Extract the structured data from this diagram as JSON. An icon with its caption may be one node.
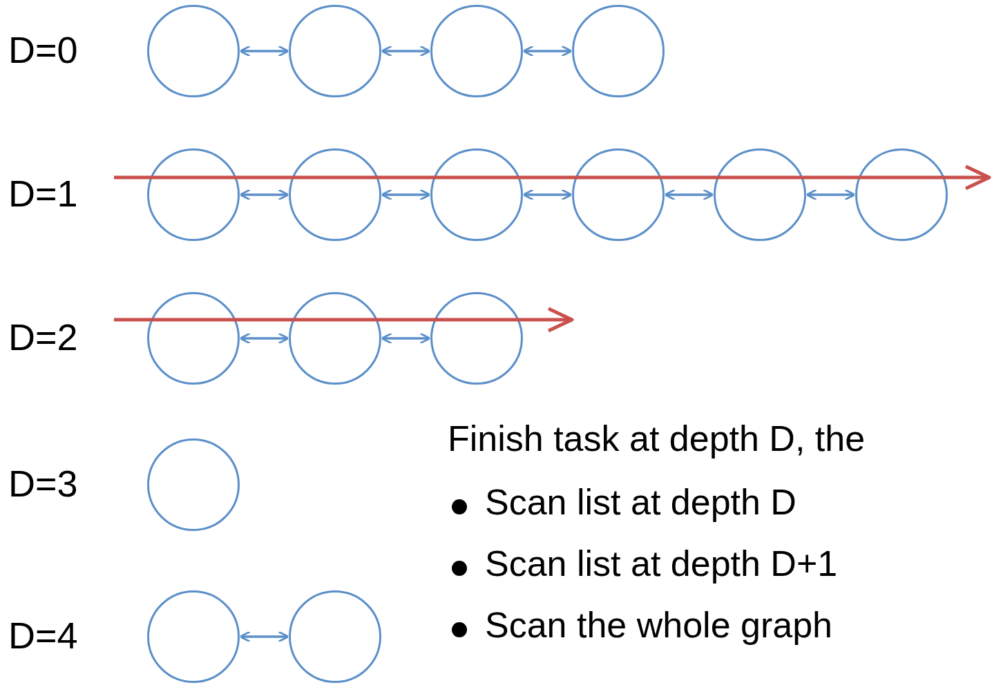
{
  "diagram": {
    "nodes": [
      {
        "text": [],
        "shape": "circle"
      },
      {
        "text": [],
        "shape": "circle"
      },
      {
        "text": [],
        "shape": "circle"
      },
      {
        "text": [],
        "shape": "circle"
      },
      {
        "text": [],
        "shape": "circle"
      },
      {
        "text": [],
        "shape": "circle"
      },
      {
        "text": [],
        "shape": "circle"
      },
      {
        "text": [],
        "shape": "circle"
      },
      {
        "text": [],
        "shape": "circle"
      },
      {
        "text": [],
        "shape": "circle"
      },
      {
        "text": [],
        "shape": "circle"
      },
      {
        "text": [],
        "shape": "circle"
      },
      {
        "text": [],
        "shape": "circle"
      },
      {
        "text": [],
        "shape": "circle"
      },
      {
        "text": [],
        "shape": "circle"
      },
      {
        "text": [],
        "shape": "circle"
      }
    ],
    "edges": [
      {
        "from": 0,
        "to": 1,
        "arrow": "both"
      },
      {
        "from": 1,
        "to": 2,
        "arrow": "both"
      },
      {
        "from": 2,
        "to": 3,
        "arrow": "both"
      },
      {
        "from": 4,
        "to": 5,
        "arrow": "both"
      },
      {
        "from": 5,
        "to": 6,
        "arrow": "both"
      },
      {
        "from": 6,
        "to": 7,
        "arrow": "both"
      },
      {
        "from": 7,
        "to": 8,
        "arrow": "both"
      },
      {
        "from": 8,
        "to": 9,
        "arrow": "both"
      },
      {
        "from": 10,
        "to": 11,
        "arrow": "both"
      },
      {
        "from": 11,
        "to": 12,
        "arrow": "both"
      },
      {
        "from": 14,
        "to": 15,
        "arrow": "both"
      }
    ],
    "labels": [
      "D=0",
      "D=1",
      "D=2",
      "D=3",
      "D=4",
      "Finish task at depth D, the",
      "Scan list at depth D",
      "Scan list at depth D+1",
      "Scan the whole graph"
    ]
  }
}
